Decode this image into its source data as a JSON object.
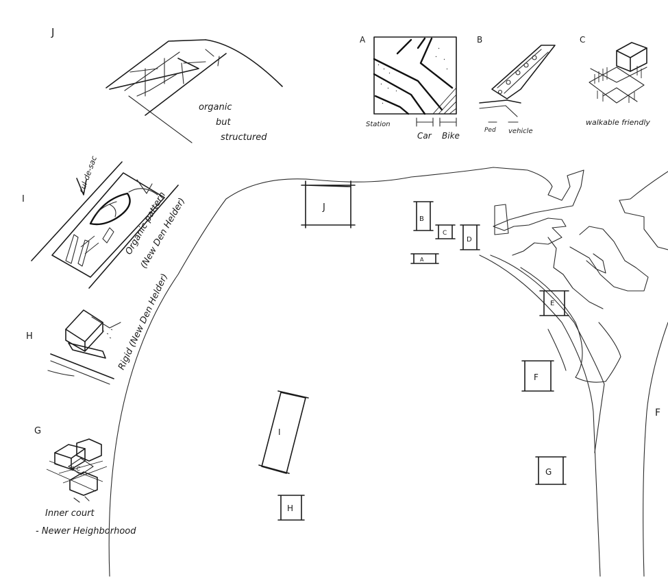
{
  "sketches": {
    "J": {
      "letter": "J",
      "note_lines": [
        "organic",
        "but",
        "structured"
      ]
    },
    "A": {
      "letter": "A",
      "station": "Station",
      "car": "Car",
      "bike": "Bike"
    },
    "B": {
      "letter": "B",
      "ped": "Ped",
      "vehicle": "vehicle"
    },
    "C": {
      "letter": "C",
      "note": "walkable friendly"
    },
    "I": {
      "letter": "I",
      "cul": "cul-de-sac",
      "note_lines": [
        "Organic pattern",
        "(New Den Helder)"
      ]
    },
    "H": {
      "letter": "H",
      "note": "Rigid (New Den Helder)"
    },
    "G": {
      "letter": "G",
      "note_lines": [
        "Inner court",
        "- Newer Heighborhood"
      ]
    }
  },
  "map": {
    "plots": {
      "J": "J",
      "B": "B",
      "C": "C",
      "D": "D",
      "A": "A",
      "E": "E",
      "F": "F",
      "I": "I",
      "G": "G",
      "H": "H"
    },
    "edge_label": "F"
  }
}
